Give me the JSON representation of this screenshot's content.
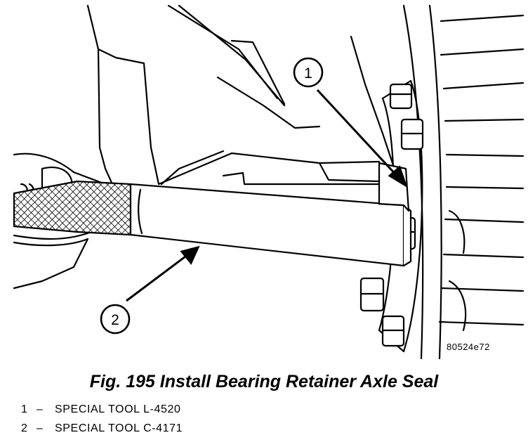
{
  "figure": {
    "id": "80524e72",
    "caption": "Fig. 195 Install Bearing Retainer Axle Seal"
  },
  "callouts": [
    {
      "number": "1"
    },
    {
      "number": "2"
    }
  ],
  "legend": [
    {
      "number": "1",
      "separator": "–",
      "text": "SPECIAL TOOL L-4520"
    },
    {
      "number": "2",
      "separator": "–",
      "text": "SPECIAL TOOL C-4171"
    }
  ],
  "colors": {
    "ink": "#000000",
    "paper": "#ffffff"
  }
}
